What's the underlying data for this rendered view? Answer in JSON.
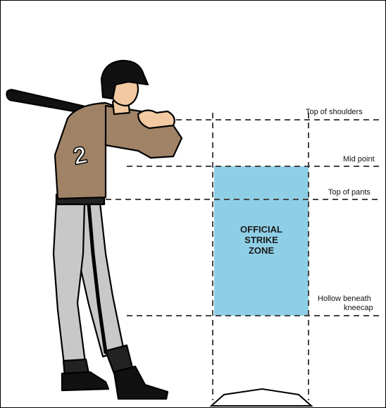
{
  "diagram": {
    "zone": {
      "line1": "OFFICIAL",
      "line2": "STRIKE",
      "line3": "ZONE",
      "color": "#8ecfe6"
    },
    "labels": {
      "top_of_shoulders": "Top of shoulders",
      "mid_point": "Mid point",
      "top_of_pants": "Top of pants",
      "hollow_line1": "Hollow beneath",
      "hollow_line2": "kneecap"
    },
    "player": {
      "jersey_number": "2",
      "uniform_color": "#a08366",
      "pants_color": "#c8c8c8",
      "helmet_color": "#111111"
    }
  }
}
